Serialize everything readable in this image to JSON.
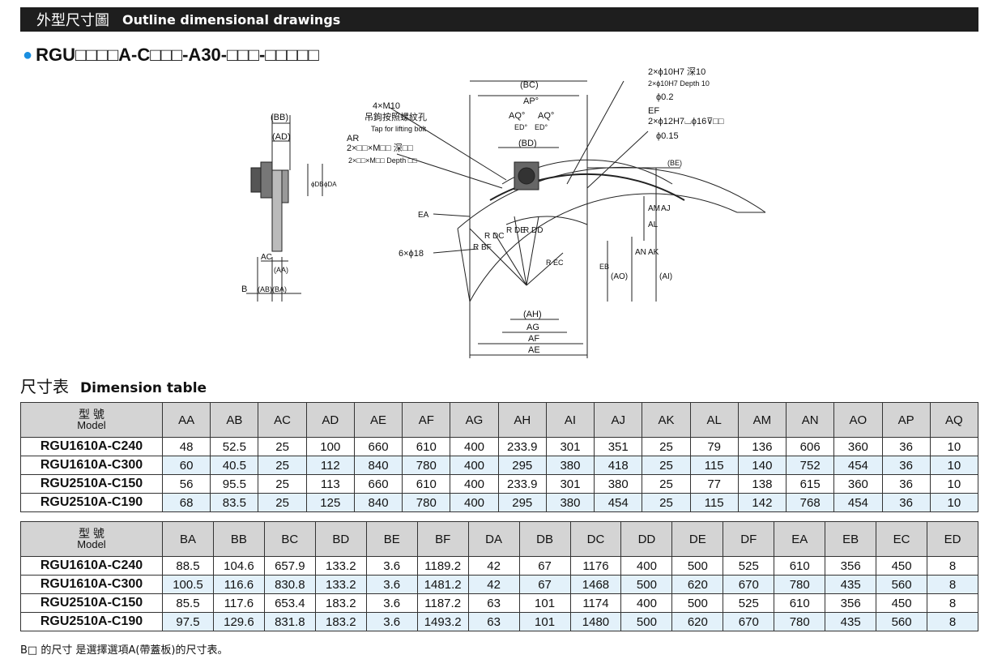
{
  "header": {
    "title_zh": "外型尺寸圖",
    "title_en": "Outline dimensional drawings"
  },
  "model_code": "RGU□□□□A-C□□□-A30-□□□-□□□□□",
  "drawing_labels": {
    "bb": "(BB)",
    "ad": "(AD)",
    "db": "ϕDB",
    "da": "ϕDA",
    "ac": "AC",
    "aa": "(AA)",
    "b": "B",
    "ab": "(AB)",
    "ba": "(BA)",
    "m10": "4×M10",
    "m10_zh": "吊鉤按照螺紋孔",
    "m10_en": "Tap for lifting bolt",
    "ar": "AR",
    "ar_spec": "2×□□×M□□  深□□",
    "ar_spec_en": "2×□□×M□□ Depth □□",
    "ea": "EA",
    "holes": "6×ϕ18",
    "bc": "(BC)",
    "ap": "AP°",
    "aq1": "AQ°",
    "aq2": "AQ°",
    "ed1": "ED°",
    "ed2": "ED°",
    "bd": "(BD)",
    "h10": "2×ϕ10H7  深10",
    "h10_en": "2×ϕ10H7 Depth 10",
    "tol1": "ϕ0.2",
    "ef": "EF",
    "h12": "2×ϕ12H7⌴ϕ16⊽□□",
    "tol2": "ϕ0.15",
    "be": "(BE)",
    "am": "AM",
    "al": "AL",
    "aj": "AJ",
    "an": "AN",
    "ak": "AK",
    "eb": "EB",
    "ao": "(AO)",
    "ai": "(AI)",
    "rdc": "R DC",
    "rbf": "R BF",
    "rde": "R DE",
    "rdd": "R DD",
    "rec": "R EC",
    "ah": "(AH)",
    "ag": "AG",
    "af": "AF",
    "ae": "AE"
  },
  "section": {
    "title_zh": "尺寸表",
    "title_en": "Dimension table"
  },
  "table_header": {
    "model_zh": "型 號",
    "model_en": "Model"
  },
  "table1": {
    "columns": [
      "AA",
      "AB",
      "AC",
      "AD",
      "AE",
      "AF",
      "AG",
      "AH",
      "AI",
      "AJ",
      "AK",
      "AL",
      "AM",
      "AN",
      "AO",
      "AP",
      "AQ"
    ],
    "rows": [
      {
        "model": "RGU1610A-C240",
        "values": [
          "48",
          "52.5",
          "25",
          "100",
          "660",
          "610",
          "400",
          "233.9",
          "301",
          "351",
          "25",
          "79",
          "136",
          "606",
          "360",
          "36",
          "10"
        ]
      },
      {
        "model": "RGU1610A-C300",
        "values": [
          "60",
          "40.5",
          "25",
          "112",
          "840",
          "780",
          "400",
          "295",
          "380",
          "418",
          "25",
          "115",
          "140",
          "752",
          "454",
          "36",
          "10"
        ]
      },
      {
        "model": "RGU2510A-C150",
        "values": [
          "56",
          "95.5",
          "25",
          "113",
          "660",
          "610",
          "400",
          "233.9",
          "301",
          "380",
          "25",
          "77",
          "138",
          "615",
          "360",
          "36",
          "10"
        ]
      },
      {
        "model": "RGU2510A-C190",
        "values": [
          "68",
          "83.5",
          "25",
          "125",
          "840",
          "780",
          "400",
          "295",
          "380",
          "454",
          "25",
          "115",
          "142",
          "768",
          "454",
          "36",
          "10"
        ]
      }
    ]
  },
  "table2": {
    "columns": [
      "BA",
      "BB",
      "BC",
      "BD",
      "BE",
      "BF",
      "DA",
      "DB",
      "DC",
      "DD",
      "DE",
      "DF",
      "EA",
      "EB",
      "EC",
      "ED"
    ],
    "rows": [
      {
        "model": "RGU1610A-C240",
        "values": [
          "88.5",
          "104.6",
          "657.9",
          "133.2",
          "3.6",
          "1189.2",
          "42",
          "67",
          "1176",
          "400",
          "500",
          "525",
          "610",
          "356",
          "450",
          "8"
        ]
      },
      {
        "model": "RGU1610A-C300",
        "values": [
          "100.5",
          "116.6",
          "830.8",
          "133.2",
          "3.6",
          "1481.2",
          "42",
          "67",
          "1468",
          "500",
          "620",
          "670",
          "780",
          "435",
          "560",
          "8"
        ]
      },
      {
        "model": "RGU2510A-C150",
        "values": [
          "85.5",
          "117.6",
          "653.4",
          "183.2",
          "3.6",
          "1187.2",
          "63",
          "101",
          "1174",
          "400",
          "500",
          "525",
          "610",
          "356",
          "450",
          "8"
        ]
      },
      {
        "model": "RGU2510A-C190",
        "values": [
          "97.5",
          "129.6",
          "831.8",
          "183.2",
          "3.6",
          "1493.2",
          "63",
          "101",
          "1480",
          "500",
          "620",
          "670",
          "780",
          "435",
          "560",
          "8"
        ]
      }
    ]
  },
  "footnote": "B□ 的尺寸 是選擇選項A(帶蓋板)的尺寸表。"
}
